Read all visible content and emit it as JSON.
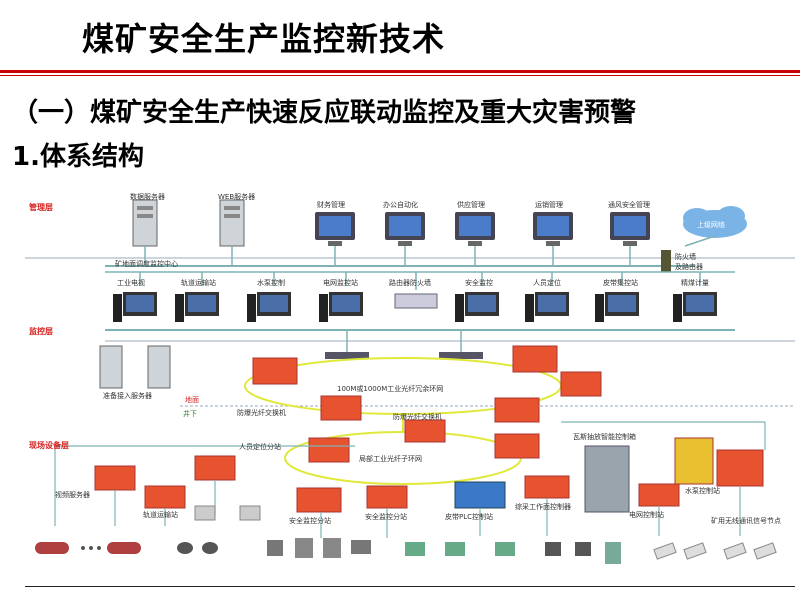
{
  "title": "煤矿安全生产监控新技术",
  "subtitle": "（一）煤矿安全生产快速反应联动监控及重大灾害预警",
  "section": "1.体系结构",
  "diagram": {
    "layers": {
      "management": "管理层",
      "monitoring": "监控层",
      "field": "现场设备层"
    },
    "servers": {
      "data_server": "数据服务器",
      "web_server": "WEB服务器",
      "standby_server": "准备接入服务器"
    },
    "mgmt_terminals": [
      "财务管理",
      "办公自动化",
      "供应管理",
      "运销管理",
      "通风安全管理"
    ],
    "cloud": "上级网络",
    "firewall": "防火墙\n及路由器",
    "dispatch_center": "矿地面调度监控中心",
    "monitor_stations": [
      "工业电视",
      "轨道运输站",
      "水泵控制",
      "电网监控站",
      "路由器防火墙",
      "安全监控",
      "人员定位",
      "皮带集控站",
      "精煤计量"
    ],
    "ring_main": "100M或1000M工业光纤冗余环网",
    "ring_sub": "局部工业光纤子环网",
    "switch_label": "防爆光纤交换机",
    "switch_label2": "防爆光纤交换机",
    "ground": "地面",
    "underground": "井下",
    "field_stations": {
      "video": "视频服务器",
      "rail": "轨道运输站",
      "personnel": "人员定位分站",
      "safety": "安全监控分站",
      "belt": "皮带PLC控制站",
      "pump": "综采工作面控制器",
      "gas": "瓦斯抽放智能控制箱",
      "power": "电网控制站",
      "water": "水泵控制站",
      "wireless": "矿用无线通讯信号节点",
      "sub_safety": "安全监控分站"
    }
  }
}
